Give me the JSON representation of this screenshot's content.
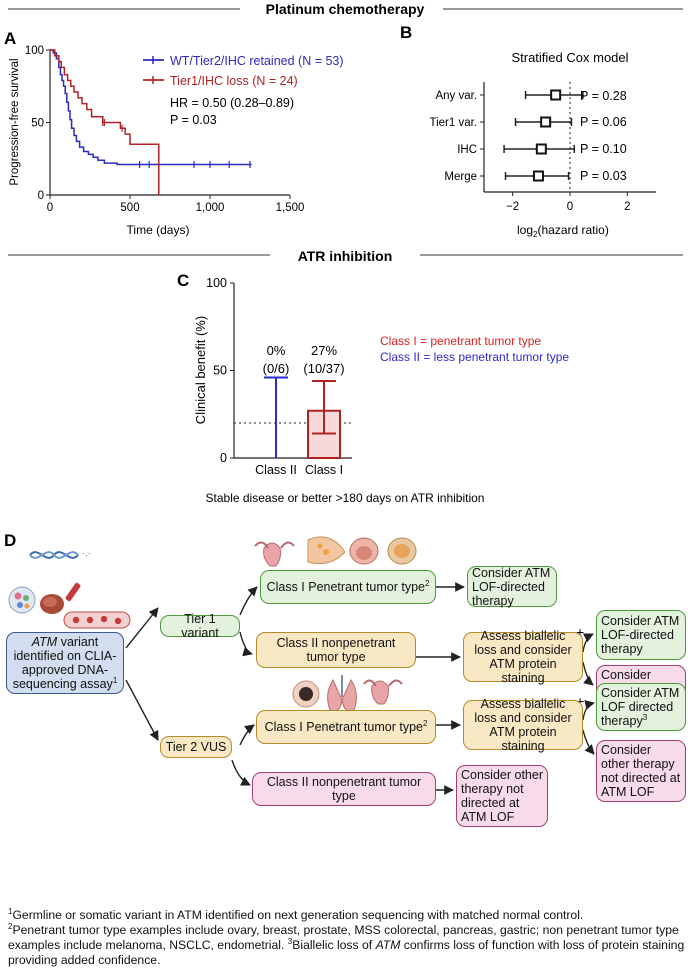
{
  "sections": {
    "platinum": "Platinum chemotherapy",
    "atr": "ATR inhibition"
  },
  "panel_labels": {
    "a": "A",
    "b": "B",
    "c": "C",
    "d": "D"
  },
  "panel_a": {
    "legend": [
      {
        "label": "WT/Tier2/IHC retained (N = 53)",
        "color": "#2a2ac0"
      },
      {
        "label": "Tier1/IHC loss (N = 24)",
        "color": "#b22222"
      }
    ],
    "hr": "HR = 0.50 (0.28–0.89)",
    "p": "P = 0.03"
  },
  "panel_b": {
    "p_values": [
      "P = 0.28",
      "P = 0.06",
      "P = 0.10",
      "P = 0.03"
    ]
  },
  "panel_c": {
    "annotations": [
      {
        "pct": "0%",
        "n": "(0/6)"
      },
      {
        "pct": "27%",
        "n": "(10/37)"
      }
    ],
    "class_legend": [
      {
        "text": "Class I = penetrant tumor type",
        "color": "#e02020"
      },
      {
        "text": "Class II = less penetrant tumor type",
        "color": "#2a2ad0"
      }
    ],
    "caption": "Stable disease or better >180 days on ATR inhibition"
  },
  "chart_data": [
    {
      "type": "line",
      "panel": "A",
      "xlabel": "Time (days)",
      "ylabel": "Progression-free survival",
      "xlim": [
        0,
        1500
      ],
      "ylim": [
        0,
        100
      ],
      "xticks": [
        "0",
        "500",
        "1,000",
        "1,500"
      ],
      "yticks": [
        "0",
        "50",
        "100"
      ],
      "series": [
        {
          "name": "WT/Tier2/IHC retained (N = 53)",
          "color": "#2a2ac0",
          "steps": [
            [
              0,
              100
            ],
            [
              20,
              98
            ],
            [
              40,
              94
            ],
            [
              55,
              88
            ],
            [
              65,
              83
            ],
            [
              75,
              79
            ],
            [
              85,
              75
            ],
            [
              95,
              70
            ],
            [
              105,
              64
            ],
            [
              115,
              58
            ],
            [
              125,
              52
            ],
            [
              135,
              46
            ],
            [
              150,
              41
            ],
            [
              165,
              37
            ],
            [
              185,
              33
            ],
            [
              210,
              30
            ],
            [
              240,
              28
            ],
            [
              270,
              26
            ],
            [
              300,
              24
            ],
            [
              340,
              22
            ],
            [
              420,
              21
            ],
            [
              1260,
              21
            ]
          ],
          "censor_x": [
            560,
            620,
            900,
            1000,
            1120,
            1250
          ]
        },
        {
          "name": "Tier1/IHC loss (N = 24)",
          "color": "#b22222",
          "steps": [
            [
              0,
              100
            ],
            [
              30,
              96
            ],
            [
              55,
              92
            ],
            [
              70,
              88
            ],
            [
              90,
              83
            ],
            [
              110,
              79
            ],
            [
              130,
              75
            ],
            [
              150,
              71
            ],
            [
              175,
              67
            ],
            [
              200,
              63
            ],
            [
              230,
              59
            ],
            [
              260,
              54
            ],
            [
              330,
              50
            ],
            [
              440,
              46
            ],
            [
              470,
              42
            ],
            [
              500,
              35
            ],
            [
              680,
              35
            ],
            [
              680,
              0
            ]
          ],
          "censor_x": [
            330,
            340,
            450
          ]
        }
      ]
    },
    {
      "type": "scatter",
      "panel": "B",
      "title": "Stratified Cox model",
      "xlabel": "log2(hazard ratio)",
      "xlim": [
        -3,
        3
      ],
      "xticks": [
        "−2",
        "0",
        "2"
      ],
      "categories": [
        "Any var.",
        "Tier1 var.",
        "IHC",
        "Merge"
      ],
      "estimates": [
        -0.5,
        -0.85,
        -1.0,
        -1.1
      ],
      "ci_low": [
        -1.55,
        -1.9,
        -2.3,
        -2.25
      ],
      "ci_high": [
        0.45,
        0.05,
        0.15,
        -0.05
      ]
    },
    {
      "type": "bar",
      "panel": "C",
      "ylabel": "Clinical benefit (%)",
      "ylim": [
        0,
        100
      ],
      "yticks": [
        "0",
        "50",
        "100"
      ],
      "categories": [
        "Class II",
        "Class I"
      ],
      "values": [
        0,
        27
      ],
      "ci_low": [
        0,
        14
      ],
      "ci_high": [
        46,
        44
      ],
      "colors": [
        "#2a2ad0",
        "#b22222"
      ],
      "reference_line": 20
    }
  ],
  "panel_d": {
    "source": "ATM variant identified on CLIA-approved DNA-sequencing assay",
    "tier1": "Tier 1 variant",
    "tier2": "Tier 2 VUS",
    "t1_class1": "Class I Penetrant tumor type",
    "t1_class2": "Class II nonpenetrant tumor type",
    "t1_c1_action": "Consider ATM LOF-directed therapy",
    "t1_c2_assess": "Assess biallelic loss and consider ATM protein staining",
    "t1_plus_result": "Consider ATM LOF-directed therapy",
    "t1_minus_result": "Consider other therapy not directed at ATM LOF",
    "t2_class1": "Class I Penetrant tumor type",
    "t2_class2": "Class II nonpenetrant tumor type",
    "t2_c1_assess": "Assess biallelic loss and consider ATM protein staining",
    "t2_plus_result": "Consider ATM LOF directed therapy",
    "t2_minus_result": "Consider other therapy not directed at ATM LOF",
    "t2_c2_result": "Consider other therapy not directed at ATM LOF",
    "plus": "+",
    "minus": "-"
  },
  "footnotes": {
    "fn1": "Germline or somatic variant in ATM identified on next generation sequencing with matched normal control.",
    "fn2a": "Penetrant tumor type examples include ovary, breast, prostate, MSS colorectal, pancreas, gastric; non penetrant tumor type examples include melanoma, NSCLC, endometrial.",
    "fn3a": "Biallelic loss of",
    "fn3b": "ATM",
    "fn3c": "confirms loss of function with loss of protein staining providing added confidence."
  }
}
